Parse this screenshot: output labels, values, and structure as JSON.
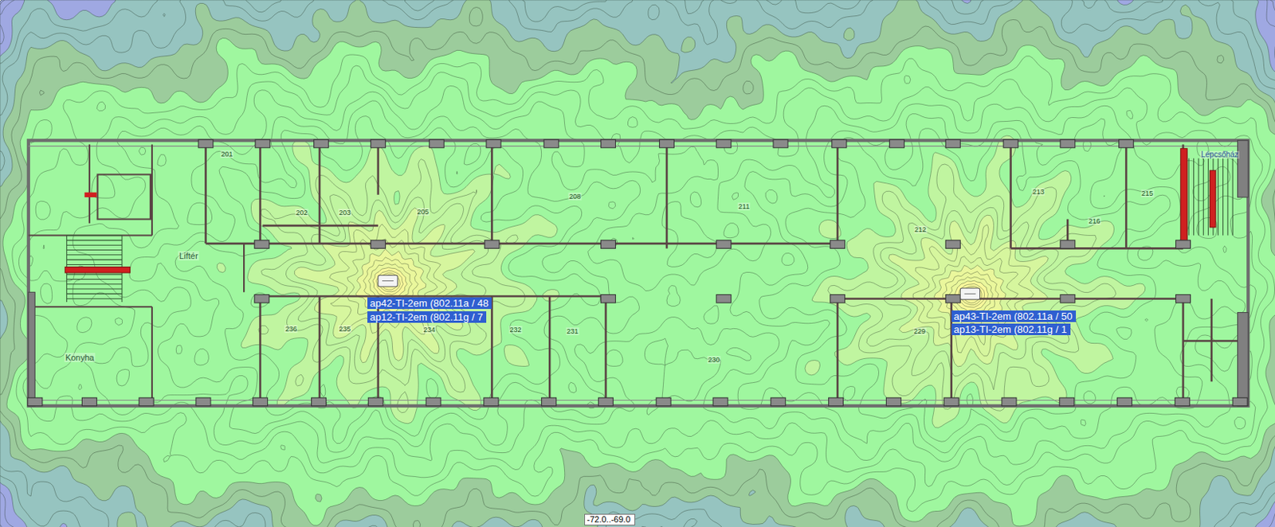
{
  "diagram": {
    "nodes": [
      {
        "text": [
          "ap42-TI-2em (802.11a / 48"
        ]
      },
      {
        "text": [
          "ap12-TI-2em (802.11g / 7"
        ]
      },
      {
        "text": [
          "ap43-TI-2em (802.11a / 50"
        ]
      },
      {
        "text": [
          "ap13-TI-2em (802.11g / 1"
        ]
      },
      {
        "text": [
          "-72.0..-69.0"
        ]
      }
    ],
    "labels": [
      "201",
      "202",
      "203",
      "205",
      "208",
      "211",
      "212",
      "213",
      "215",
      "216",
      "Lépcsőház",
      "Liftér",
      "Konyha",
      "236",
      "235",
      "234",
      "232",
      "231",
      "230",
      "229"
    ]
  }
}
